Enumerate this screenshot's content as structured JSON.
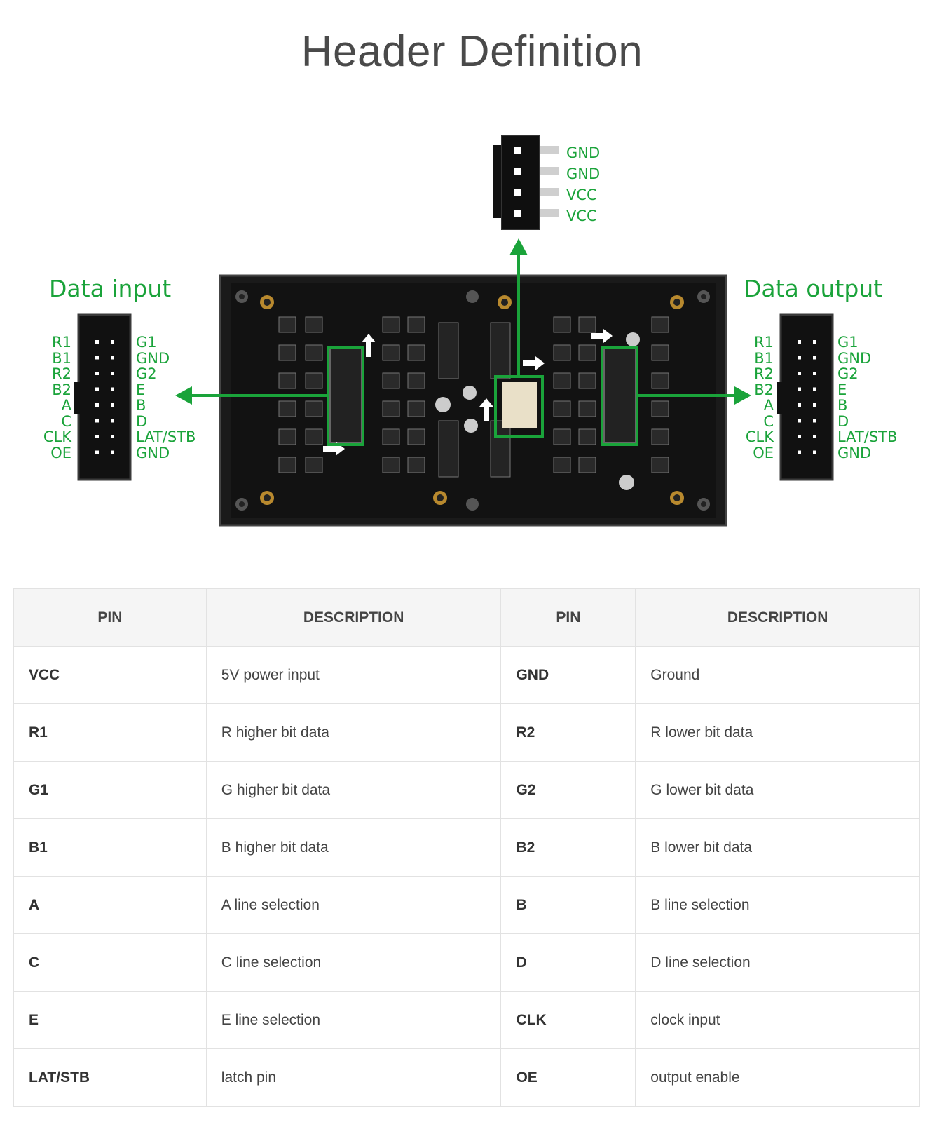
{
  "title": "Header Definition",
  "diagram": {
    "data_input_label": "Data input",
    "data_output_label": "Data output",
    "power_pins": [
      "GND",
      "GND",
      "VCC",
      "VCC"
    ],
    "left_pins": [
      "R1",
      "B1",
      "R2",
      "B2",
      "A",
      "C",
      "CLK",
      "OE"
    ],
    "right_pins": [
      "G1",
      "GND",
      "G2",
      "E",
      "B",
      "D",
      "LAT/STB",
      "GND"
    ],
    "accent_color": "#1aa33a"
  },
  "table": {
    "headers": [
      "PIN",
      "DESCRIPTION",
      "PIN",
      "DESCRIPTION"
    ],
    "rows": [
      {
        "pin1": "VCC",
        "desc1": "5V power input",
        "pin2": "GND",
        "desc2": "Ground"
      },
      {
        "pin1": "R1",
        "desc1": "R higher bit data",
        "pin2": "R2",
        "desc2": "R lower bit data"
      },
      {
        "pin1": "G1",
        "desc1": "G higher bit data",
        "pin2": "G2",
        "desc2": "G lower bit data"
      },
      {
        "pin1": "B1",
        "desc1": "B higher bit data",
        "pin2": "B2",
        "desc2": "B lower bit data"
      },
      {
        "pin1": "A",
        "desc1": "A line selection",
        "pin2": "B",
        "desc2": "B line selection"
      },
      {
        "pin1": "C",
        "desc1": "C line selection",
        "pin2": "D",
        "desc2": "D line selection"
      },
      {
        "pin1": "E",
        "desc1": "E line selection",
        "pin2": "CLK",
        "desc2": "clock input"
      },
      {
        "pin1": "LAT/STB",
        "desc1": "latch pin",
        "pin2": "OE",
        "desc2": "output enable"
      }
    ]
  }
}
